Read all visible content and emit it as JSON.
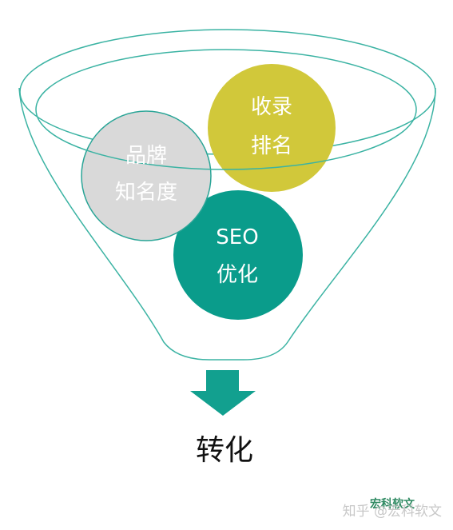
{
  "funnel": {
    "stroke_color": "#3bb3a3"
  },
  "circles": {
    "seo": {
      "line1": "SEO",
      "line2": "优化",
      "color": "#0a9c8b"
    },
    "brand": {
      "line1": "品牌",
      "line2": "知名度",
      "color": "#d9d9d9",
      "stroke": "#2aa597"
    },
    "index": {
      "line1": "收录",
      "line2": "排名",
      "color": "#d1c83a"
    }
  },
  "arrow": {
    "color": "#12a08f"
  },
  "result": {
    "label": "转化"
  },
  "watermark": {
    "stamp_text": "宏科软文",
    "zhihu_text": "知乎 @宏科软文"
  }
}
